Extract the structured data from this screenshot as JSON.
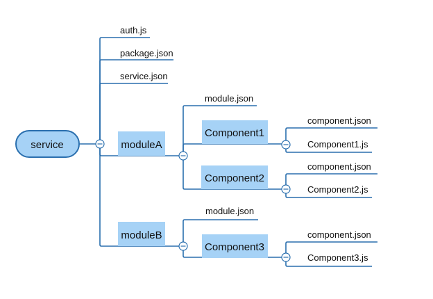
{
  "root": {
    "label": "service"
  },
  "root_files": [
    "auth.js",
    "package.json",
    "service.json"
  ],
  "moduleA": {
    "label": "moduleA",
    "file": "module.json",
    "component1": {
      "label": "Component1",
      "files": [
        "component.json",
        "Component1.js"
      ]
    },
    "component2": {
      "label": "Component2",
      "files": [
        "component.json",
        "Component2.js"
      ]
    }
  },
  "moduleB": {
    "label": "moduleB",
    "file": "module.json",
    "component3": {
      "label": "Component3",
      "files": [
        "component.json",
        "Component3.js"
      ]
    }
  },
  "colors": {
    "line": "#2a6fae",
    "box_fill": "#a6d2f6",
    "background": "#ffffff"
  }
}
